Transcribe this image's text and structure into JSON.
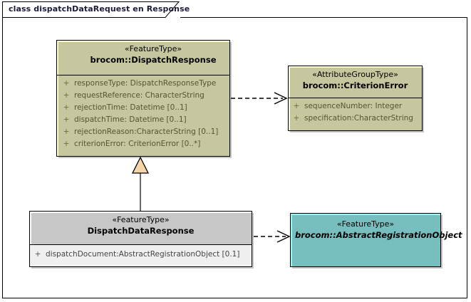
{
  "diagram": {
    "title": "class dispatchDataRequest en Response",
    "frame_color": "#000000",
    "background": "#ffffff"
  },
  "classes": {
    "dispatch_response": {
      "stereotype": "«FeatureType»",
      "name": "brocom::DispatchResponse",
      "fill": "#ffffcc",
      "attributes": [
        {
          "visibility": "+",
          "text": "responseType: DispatchResponseType"
        },
        {
          "visibility": "+",
          "text": "requestReference: CharacterString"
        },
        {
          "visibility": "+",
          "text": "rejectionTime: Datetime [0..1]"
        },
        {
          "visibility": "+",
          "text": "dispatchTime: Datetime [0..1]"
        },
        {
          "visibility": "+",
          "text": "rejectionReason:CharacterString [0..1]"
        },
        {
          "visibility": "+",
          "text": "criterionError: CriterionError [0..*]"
        }
      ]
    },
    "criterion_error": {
      "stereotype": "«AttributeGroupType»",
      "name": "brocom::CriterionError",
      "fill": "#ffffcc",
      "attributes": [
        {
          "visibility": "+",
          "text": "sequenceNumber: Integer"
        },
        {
          "visibility": "+",
          "text": "specification:CharacterString"
        }
      ]
    },
    "dispatch_data_response": {
      "stereotype": "«FeatureType»",
      "name": "DispatchDataResponse",
      "fill": "#ffffff",
      "attributes": [
        {
          "visibility": "+",
          "text": "dispatchDocument:AbstractRegistrationObject [0.1]"
        }
      ]
    },
    "abstract_registration_object": {
      "stereotype": "«FeatureType»",
      "name": "brocom::AbstractRegistrationObject",
      "fill": "#99f5f5",
      "abstract": true,
      "attributes": []
    }
  },
  "relationships": [
    {
      "name": "dependency-dispatchresponse-to-criterionerror",
      "type": "dependency",
      "style": "dashed-open-arrow",
      "from": "dispatch_response",
      "to": "criterion_error"
    },
    {
      "name": "generalization-dispatchdataresponse-to-dispatchresponse",
      "type": "generalization",
      "style": "solid-hollow-triangle",
      "from": "dispatch_data_response",
      "to": "dispatch_response"
    },
    {
      "name": "dependency-dispatchdataresponse-to-abstractregistrationobject",
      "type": "dependency",
      "style": "dashed-open-arrow",
      "from": "dispatch_data_response",
      "to": "abstract_registration_object"
    }
  ]
}
